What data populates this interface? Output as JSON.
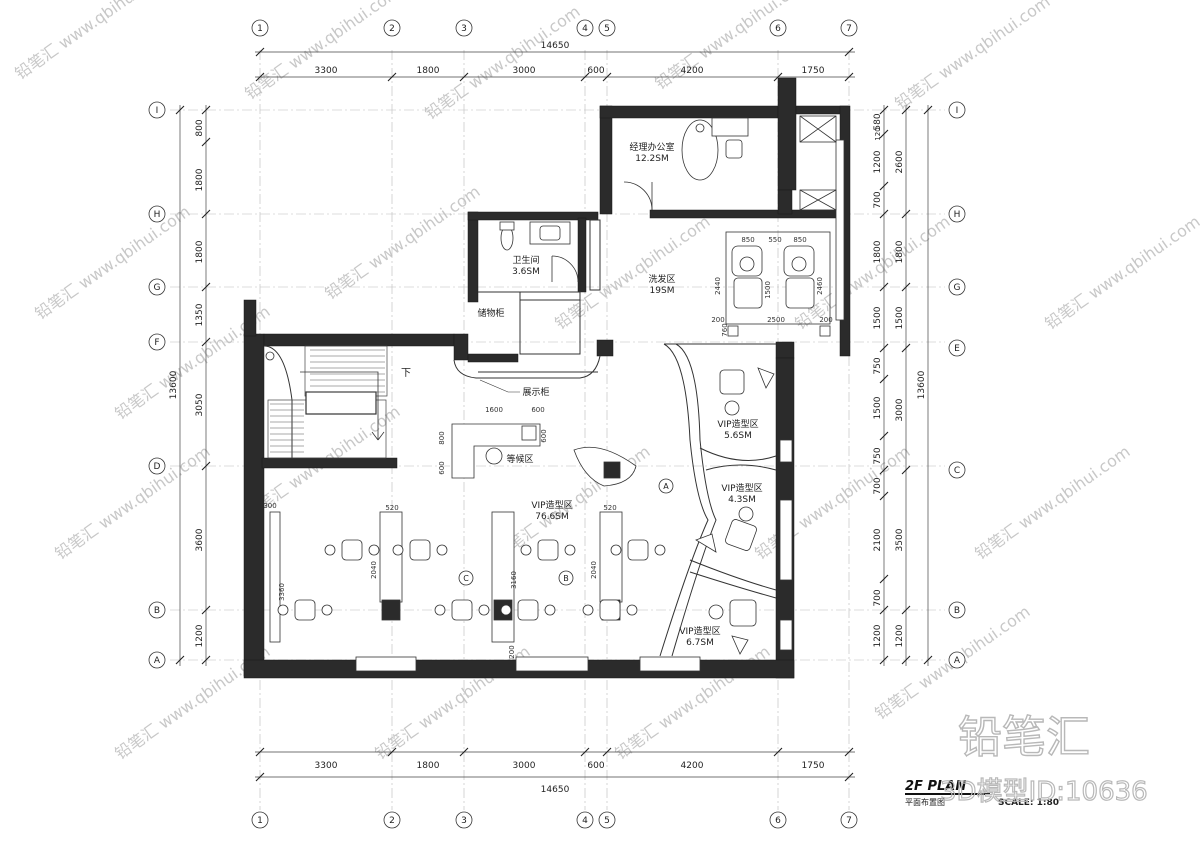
{
  "grid": {
    "columns": [
      "1",
      "2",
      "3",
      "4",
      "5",
      "6",
      "7"
    ],
    "rows": [
      "A",
      "B",
      "C",
      "D",
      "E",
      "F",
      "G",
      "H",
      "I"
    ]
  },
  "dims": {
    "top_segments": [
      "3300",
      "1800",
      "3000",
      "600",
      "4200",
      "1750"
    ],
    "top_total": "14650",
    "bottom_segments": [
      "3300",
      "1800",
      "3000",
      "600",
      "4200",
      "1750"
    ],
    "bottom_total": "14650",
    "left_segments": [
      "800",
      "1800",
      "1800",
      "1350",
      "3050",
      "3600",
      "1200"
    ],
    "left_total": "13600",
    "right_inner": [
      "580",
      "120",
      "1200",
      "700",
      "1800",
      "1500",
      "750",
      "1500",
      "750",
      "700",
      "2100",
      "700",
      "1200"
    ],
    "right_outer": [
      "2600",
      "1800",
      "1500",
      "3000",
      "3500",
      "1200"
    ],
    "right_total": "13600",
    "fixture_dims": [
      "850",
      "550",
      "850",
      "1500",
      "2440",
      "2460",
      "2500",
      "200",
      "200",
      "760",
      "1600",
      "600",
      "800",
      "600",
      "600",
      "520",
      "520",
      "2040",
      "2040",
      "3160",
      "3360",
      "300",
      "200"
    ]
  },
  "rooms": [
    {
      "name": "经理办公室",
      "area": "12.2SM"
    },
    {
      "name": "卫生间",
      "area": "3.6SM"
    },
    {
      "name": "洗发区",
      "area": "19SM"
    },
    {
      "name": "储物柜",
      "area": ""
    },
    {
      "name": "展示柜",
      "area": ""
    },
    {
      "name": "等候区",
      "area": ""
    },
    {
      "name": "VIP造型区",
      "area": "5.6SM"
    },
    {
      "name": "VIP造型区",
      "area": "4.3SM"
    },
    {
      "name": "VIP造型区",
      "area": "76.6SM"
    },
    {
      "name": "VIP造型区",
      "area": "6.7SM"
    }
  ],
  "labels": {
    "stair_down": "下",
    "marker_a": "A",
    "marker_b": "B",
    "marker_c": "C"
  },
  "title_block": {
    "title": "2F PLAN",
    "subtitle": "平面布置图",
    "scale": "SCALE: 1:80"
  },
  "watermark": {
    "brand": "铅笔汇",
    "id_text": "3D模型ID:10636",
    "url": "www.qbihui.com"
  },
  "colors": {
    "wall": "#2b2b2b",
    "line": "#333333",
    "dim": "#444444",
    "watermark": "#c8c8c8",
    "stair_fill": "#d9d9d9"
  }
}
